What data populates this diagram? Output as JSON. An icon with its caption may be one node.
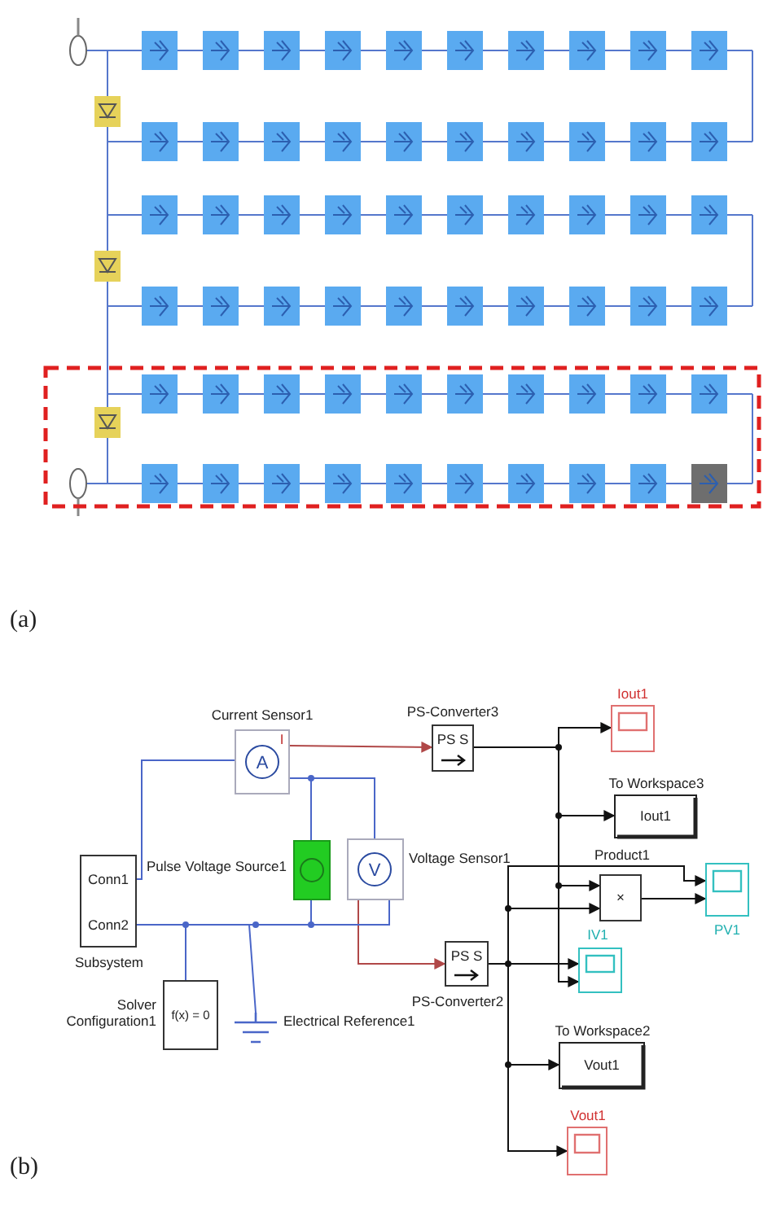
{
  "diagram": {
    "nodes": [
      {
        "text": [
          "Current Sensor1",
          "A",
          "I"
        ]
      },
      {
        "text": [
          "PS-Converter3",
          "PS S"
        ]
      },
      {
        "text": [
          "Iout1"
        ]
      },
      {
        "text": [
          "To Workspace3",
          "Iout1"
        ]
      },
      {
        "text": [
          "Conn1",
          "Conn2",
          "Subsystem"
        ]
      },
      {
        "text": [
          "Pulse Voltage Source1"
        ]
      },
      {
        "text": [
          "V",
          "Voltage Sensor1"
        ]
      },
      {
        "text": [
          "Product1",
          "×"
        ]
      },
      {
        "text": [
          "PV1"
        ]
      },
      {
        "text": [
          "IV1"
        ]
      },
      {
        "text": [
          "PS S",
          "PS-Converter2"
        ]
      },
      {
        "text": [
          "Solver Configuration1",
          "f(x) = 0"
        ]
      },
      {
        "text": [
          "Electrical Reference1"
        ]
      },
      {
        "text": [
          "To Workspace2",
          "Vout1"
        ]
      },
      {
        "text": [
          "Vout1"
        ]
      }
    ],
    "edges": [
      {
        "from": 0,
        "to": 1,
        "arrow": "to",
        "color": "#b04848"
      },
      {
        "from": 1,
        "to": 2,
        "arrow": "to"
      },
      {
        "from": 1,
        "to": 3,
        "arrow": "to"
      },
      {
        "from": 1,
        "to": 7,
        "arrow": "to"
      },
      {
        "from": 1,
        "to": 9,
        "arrow": "to"
      },
      {
        "from": 6,
        "to": 10,
        "arrow": "to",
        "color": "#b04848"
      },
      {
        "from": 10,
        "to": 8,
        "arrow": "to"
      },
      {
        "from": 10,
        "to": 7,
        "arrow": "to"
      },
      {
        "from": 10,
        "to": 9,
        "arrow": "to"
      },
      {
        "from": 10,
        "to": 13,
        "arrow": "to"
      },
      {
        "from": 10,
        "to": 14,
        "arrow": "to"
      },
      {
        "from": 7,
        "to": 8,
        "arrow": "to"
      },
      {
        "from": 4,
        "to": 0,
        "arrow": "none",
        "color": "#4a66c8"
      },
      {
        "from": 0,
        "to": 5,
        "arrow": "none",
        "color": "#4a66c8"
      },
      {
        "from": 0,
        "to": 6,
        "arrow": "none",
        "color": "#4a66c8"
      },
      {
        "from": 5,
        "to": 4,
        "arrow": "none",
        "color": "#4a66c8"
      },
      {
        "from": 6,
        "to": 4,
        "arrow": "none",
        "color": "#4a66c8"
      },
      {
        "from": 11,
        "to": 4,
        "arrow": "none",
        "color": "#4a66c8"
      },
      {
        "from": 12,
        "to": 4,
        "arrow": "none",
        "color": "#4a66c8"
      }
    ],
    "labels": [
      "(a)",
      "(b)"
    ]
  }
}
